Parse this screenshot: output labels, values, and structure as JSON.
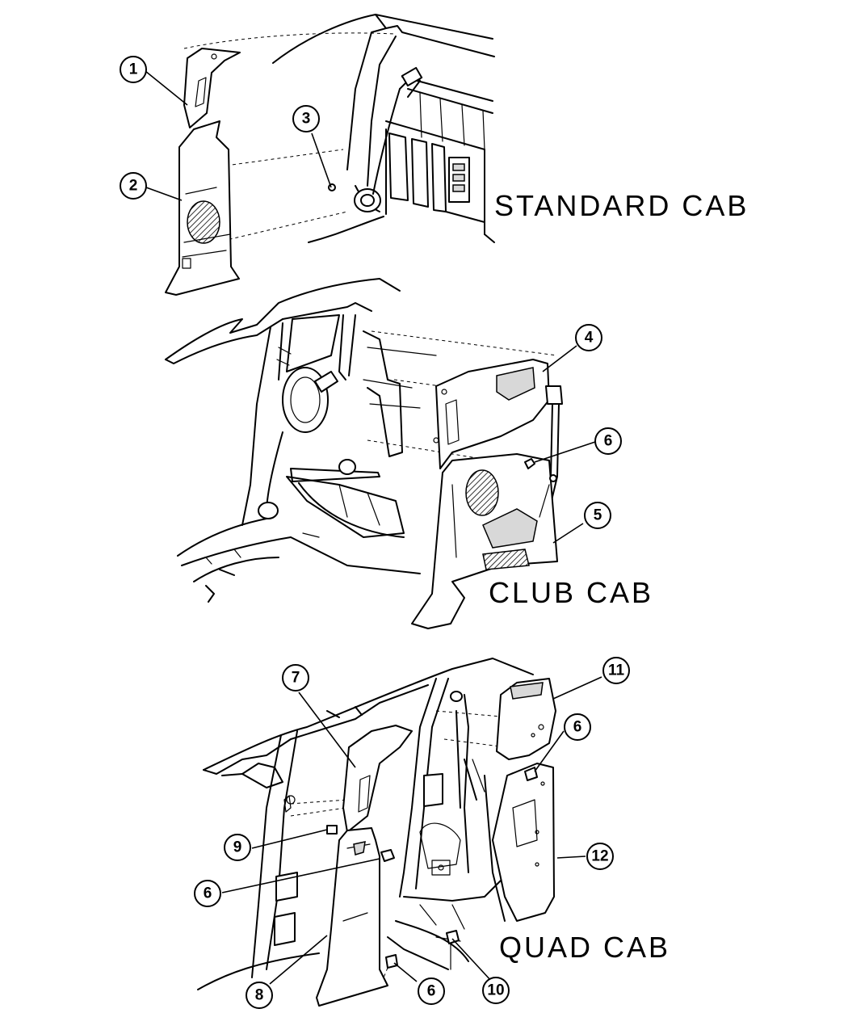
{
  "labels": {
    "standard_cab": "STANDARD CAB",
    "club_cab": "CLUB CAB",
    "quad_cab": "QUAD CAB"
  },
  "callouts": {
    "c1": "1",
    "c2": "2",
    "c3": "3",
    "c4": "4",
    "c5": "5",
    "c6a": "6",
    "c6b": "6",
    "c6c": "6",
    "c6d": "6",
    "c7": "7",
    "c8": "8",
    "c9": "9",
    "c10": "10",
    "c11": "11",
    "c12": "12"
  }
}
